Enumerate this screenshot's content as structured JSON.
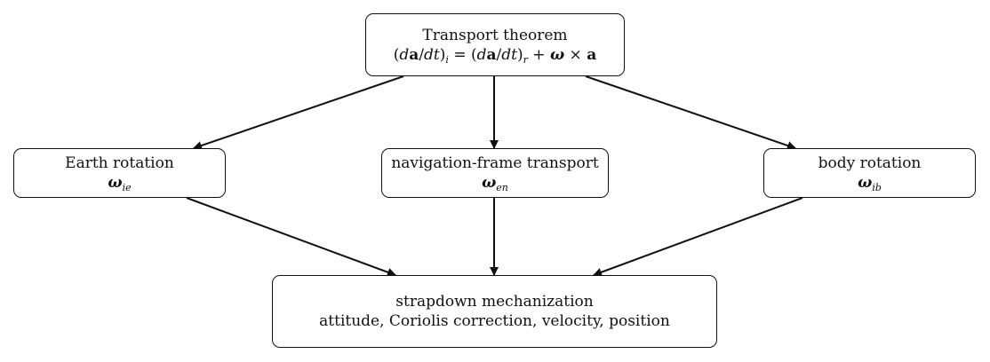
{
  "nodes": {
    "transport": {
      "title": "Transport theorem",
      "formula": {
        "lhs_open": "(",
        "d": "d",
        "a": "a",
        "slash_t": "/",
        "dt": "dt",
        "close": ")",
        "sub_i": "i",
        "eq": " = ",
        "sub_r": "r",
        "plus": " + ",
        "omega": "ω",
        "times": " × "
      }
    },
    "earth": {
      "title": "Earth rotation",
      "symbol": "ω",
      "subscript": "ie"
    },
    "nav": {
      "title": "navigation-frame transport",
      "symbol": "ω",
      "subscript": "en"
    },
    "body": {
      "title": "body rotation",
      "symbol": "ω",
      "subscript": "ib"
    },
    "strapdown": {
      "title": "strapdown mechanization",
      "subtitle": "attitude, Coriolis correction, velocity, position"
    }
  },
  "edges": [
    {
      "from": "transport",
      "to": "earth"
    },
    {
      "from": "transport",
      "to": "nav"
    },
    {
      "from": "transport",
      "to": "body"
    },
    {
      "from": "earth",
      "to": "strapdown"
    },
    {
      "from": "nav",
      "to": "strapdown"
    },
    {
      "from": "body",
      "to": "strapdown"
    }
  ]
}
